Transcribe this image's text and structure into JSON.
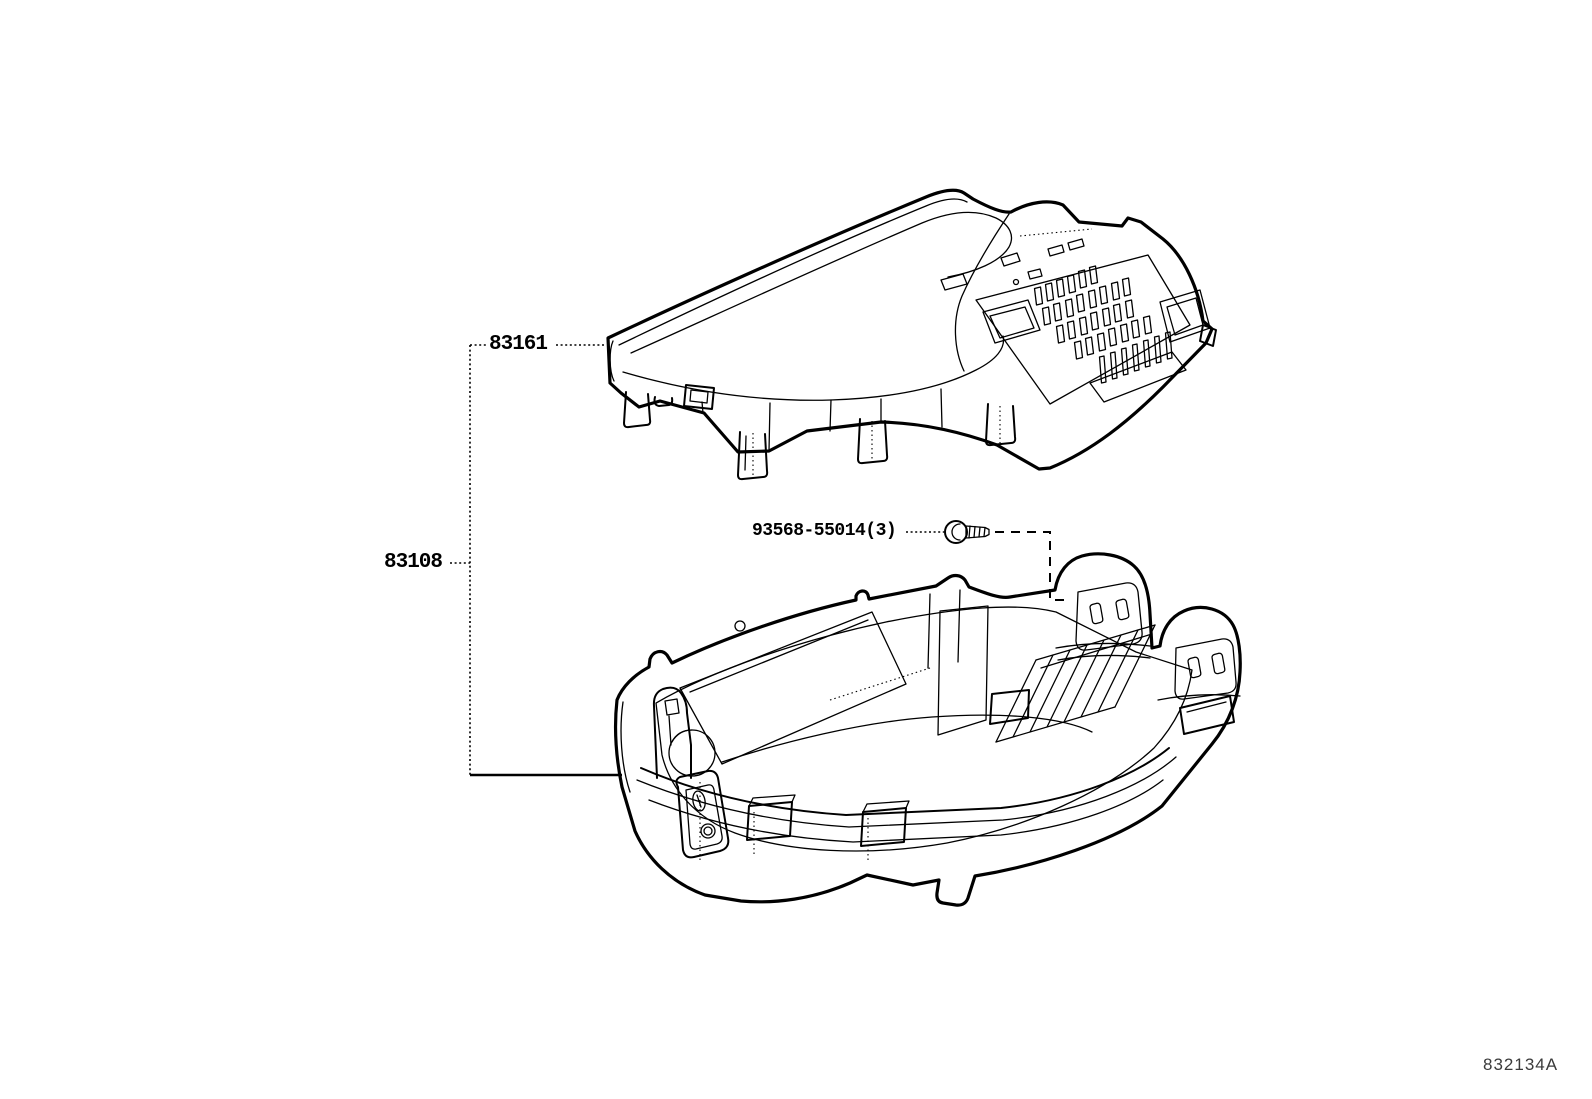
{
  "page": {
    "background": "#ffffff",
    "diagram_code": "832134A"
  },
  "labels": {
    "cover_part_number": "83161",
    "case_assembly_part_number": "83108",
    "screw_part_number": "93568-55014(3)"
  },
  "colors": {
    "line_color": "#000000",
    "diagram_code_color": "#3a3a3a"
  },
  "icons": {
    "screw": "screw-icon"
  }
}
